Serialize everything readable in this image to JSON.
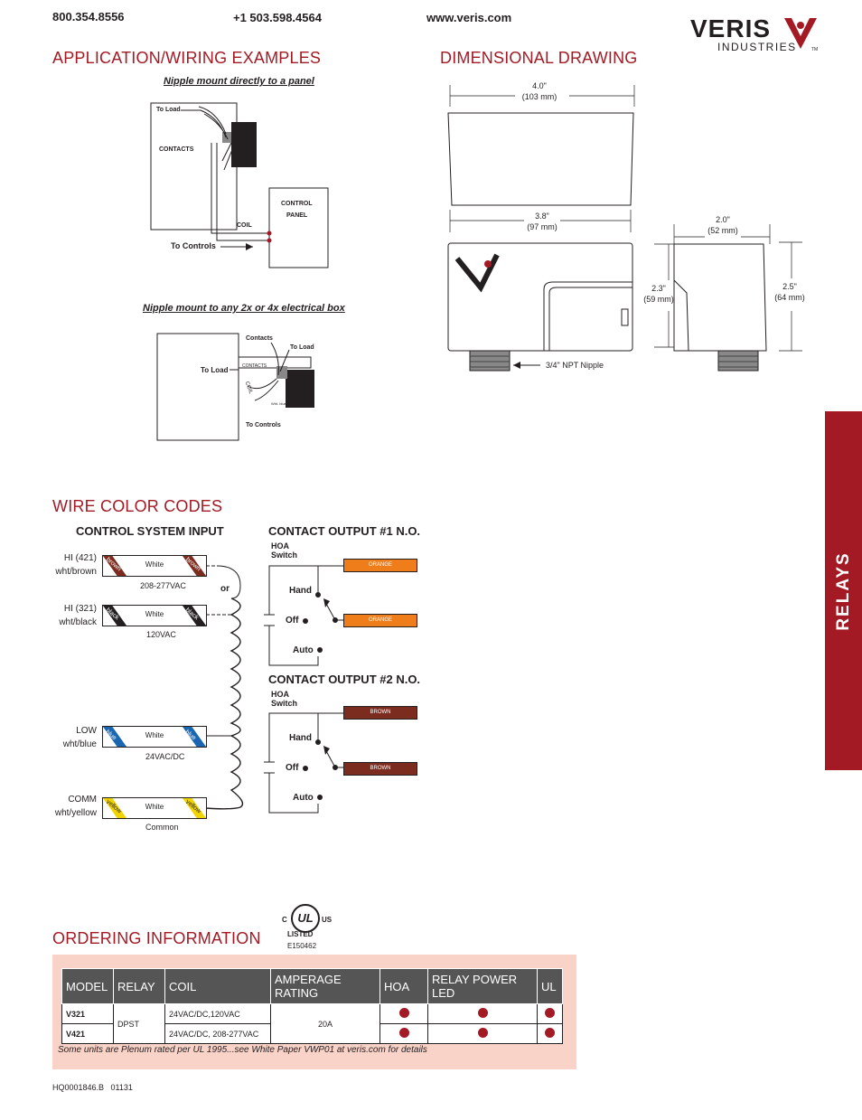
{
  "header": {
    "phone1": "800.354.8556",
    "phone2": "+1 503.598.4564",
    "website": "www.veris.com"
  },
  "logo": {
    "name": "VERIS",
    "sub": "INDUSTRIES",
    "tm": "TM"
  },
  "sections": {
    "app_wiring": "APPLICATION/WIRING EXAMPLES",
    "dimensional": "DIMENSIONAL DRAWING",
    "wire_color": "WIRE COLOR CODES",
    "ordering": "ORDERING INFORMATION"
  },
  "wiring": {
    "cap1": "Nipple mount directly to a panel",
    "d1": {
      "to_load": "To Load",
      "contacts": "CONTACTS",
      "coil": "COIL",
      "control": "CONTROL",
      "panel": "PANEL",
      "to_controls": "To Controls"
    },
    "cap2": "Nipple mount to any 2x or 4x electrical box",
    "d2": {
      "contacts": "Contacts",
      "to_load_r": "To Load",
      "to_load_l": "To Load",
      "contacts_caps": "CONTACTS",
      "coil": "COIL",
      "white_blue": "Wht. blue",
      "to_controls": "To Controls"
    }
  },
  "dims": {
    "top_w": "4.0\"",
    "top_w_mm": "(103 mm)",
    "front_w": "3.8\"",
    "front_w_mm": "(97 mm)",
    "side_w": "2.0\"",
    "side_w_mm": "(52 mm)",
    "h1": "2.3\"",
    "h1_mm": "(59 mm)",
    "h2": "2.5\"",
    "h2_mm": "(64 mm)",
    "nipple": "3/4\" NPT Nipple"
  },
  "wire_codes": {
    "control_title": "CONTROL SYSTEM INPUT",
    "or": "or",
    "inputs": [
      {
        "label1": "HI (421)",
        "label2": "wht/brown",
        "stripe": "brown",
        "color": "#7b2c1e",
        "volt": "208-277VAC"
      },
      {
        "label1": "HI (321)",
        "label2": "wht/black",
        "stripe": "black",
        "color": "#231f20",
        "volt": "120VAC"
      },
      {
        "label1": "LOW",
        "label2": "wht/blue",
        "stripe": "blue",
        "color": "#1b66b1",
        "volt": "24VAC/DC"
      },
      {
        "label1": "COMM",
        "label2": "wht/yellow",
        "stripe": "yellow",
        "color": "#f2d500",
        "volt": "Common"
      }
    ],
    "white": "White",
    "out1": {
      "title": "CONTACT OUTPUT #1 N.O.",
      "hoa1": "HOA",
      "hoa2": "Switch",
      "hand": "Hand",
      "off": "Off",
      "auto": "Auto",
      "wire": "ORANGE",
      "color": "#ee7d1a"
    },
    "out2": {
      "title": "CONTACT OUTPUT #2 N.O.",
      "hoa1": "HOA",
      "hoa2": "Switch",
      "hand": "Hand",
      "off": "Off",
      "auto": "Auto",
      "wire": "BROWN",
      "color": "#7b2c1e"
    }
  },
  "ul": {
    "c": "C",
    "us": "US",
    "mark": "UL",
    "listed": "LISTED",
    "file": "E150462"
  },
  "ordering": {
    "headers": [
      "MODEL",
      "RELAY",
      "COIL",
      "AMPERAGE RATING",
      "HOA",
      "RELAY POWER LED",
      "UL"
    ],
    "rows": [
      {
        "model": "V321",
        "coil": "24VAC/DC,120VAC"
      },
      {
        "model": "V421",
        "coil": "24VAC/DC, 208-277VAC"
      }
    ],
    "relay": "DPST",
    "amp": "20A",
    "note": "Some units are Plenum rated per UL 1995...see White Paper VWP01 at veris.com for details"
  },
  "side_tab": "RELAYS",
  "footer": "HQ0001846.B   01131"
}
